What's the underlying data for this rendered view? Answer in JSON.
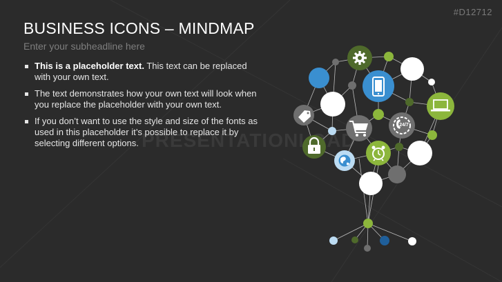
{
  "slide": {
    "code": "#D12712",
    "title": "BUSINESS ICONS – MINDMAP",
    "subtitle": "Enter your subheadline here",
    "bullets": [
      {
        "bold": "This is a placeholder text.",
        "text": " This text can be replaced with your own text."
      },
      {
        "bold": "",
        "text": "The text demonstrates how your own text will look when you replace the placeholder with your own text."
      },
      {
        "bold": "",
        "text": "If you don’t want to use the style and size of the fonts as used in this placeholder it’s possible to replace it by selecting different options."
      }
    ],
    "watermark": "PRESENTATIONLOAD"
  },
  "mindmap": {
    "icons": [
      "gear-icon",
      "mobile-phone-icon",
      "laptop-icon",
      "tag-icon",
      "shopping-cart-icon",
      "support-24-7-icon",
      "padlock-icon",
      "alarm-clock-icon",
      "globe-icon"
    ],
    "colors": {
      "background": "#2b2b2b",
      "green": "#8cb63c",
      "dark_green": "#4f6a2b",
      "blue": "#3a8fd0",
      "light_blue": "#bcdcf3",
      "dark_blue": "#1f5f9a",
      "gray": "#6f6f6f",
      "white": "#ffffff"
    }
  }
}
